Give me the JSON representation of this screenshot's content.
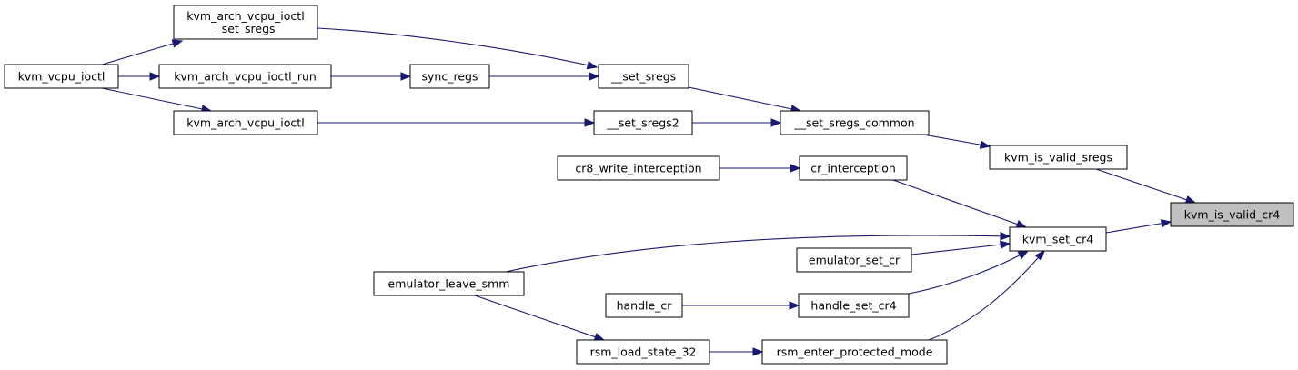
{
  "graph": {
    "edge_color": "#191970",
    "nodes": [
      {
        "id": "kvm_vcpu_ioctl",
        "lines": [
          "kvm_vcpu_ioctl"
        ]
      },
      {
        "id": "kvm_arch_vcpu_ioctl_set_sregs",
        "lines": [
          "kvm_arch_vcpu_ioctl",
          "_set_sregs"
        ]
      },
      {
        "id": "kvm_arch_vcpu_ioctl_run",
        "lines": [
          "kvm_arch_vcpu_ioctl_run"
        ]
      },
      {
        "id": "kvm_arch_vcpu_ioctl",
        "lines": [
          "kvm_arch_vcpu_ioctl"
        ]
      },
      {
        "id": "sync_regs",
        "lines": [
          "sync_regs"
        ]
      },
      {
        "id": "__set_sregs",
        "lines": [
          "__set_sregs"
        ]
      },
      {
        "id": "__set_sregs2",
        "lines": [
          "__set_sregs2"
        ]
      },
      {
        "id": "__set_sregs_common",
        "lines": [
          "__set_sregs_common"
        ]
      },
      {
        "id": "kvm_is_valid_sregs",
        "lines": [
          "kvm_is_valid_sregs"
        ]
      },
      {
        "id": "kvm_is_valid_cr4",
        "lines": [
          "kvm_is_valid_cr4"
        ],
        "highlight": true
      },
      {
        "id": "cr8_write_interception",
        "lines": [
          "cr8_write_interception"
        ]
      },
      {
        "id": "cr_interception",
        "lines": [
          "cr_interception"
        ]
      },
      {
        "id": "kvm_set_cr4",
        "lines": [
          "kvm_set_cr4"
        ]
      },
      {
        "id": "emulator_set_cr",
        "lines": [
          "emulator_set_cr"
        ]
      },
      {
        "id": "emulator_leave_smm",
        "lines": [
          "emulator_leave_smm"
        ]
      },
      {
        "id": "handle_cr",
        "lines": [
          "handle_cr"
        ]
      },
      {
        "id": "handle_set_cr4",
        "lines": [
          "handle_set_cr4"
        ]
      },
      {
        "id": "rsm_load_state_32",
        "lines": [
          "rsm_load_state_32"
        ]
      },
      {
        "id": "rsm_enter_protected_mode",
        "lines": [
          "rsm_enter_protected_mode"
        ]
      }
    ],
    "edges": [
      {
        "from": "kvm_arch_vcpu_ioctl_set_sregs",
        "to": "kvm_vcpu_ioctl"
      },
      {
        "from": "kvm_arch_vcpu_ioctl_run",
        "to": "kvm_vcpu_ioctl"
      },
      {
        "from": "kvm_arch_vcpu_ioctl",
        "to": "kvm_vcpu_ioctl"
      },
      {
        "from": "sync_regs",
        "to": "kvm_arch_vcpu_ioctl_run"
      },
      {
        "from": "__set_sregs",
        "to": "kvm_arch_vcpu_ioctl_set_sregs"
      },
      {
        "from": "__set_sregs",
        "to": "sync_regs"
      },
      {
        "from": "__set_sregs2",
        "to": "kvm_arch_vcpu_ioctl"
      },
      {
        "from": "__set_sregs_common",
        "to": "__set_sregs"
      },
      {
        "from": "__set_sregs_common",
        "to": "__set_sregs2"
      },
      {
        "from": "kvm_is_valid_sregs",
        "to": "__set_sregs_common"
      },
      {
        "from": "kvm_is_valid_cr4",
        "to": "kvm_is_valid_sregs"
      },
      {
        "from": "kvm_is_valid_cr4",
        "to": "kvm_set_cr4"
      },
      {
        "from": "cr_interception",
        "to": "cr8_write_interception"
      },
      {
        "from": "kvm_set_cr4",
        "to": "cr_interception"
      },
      {
        "from": "kvm_set_cr4",
        "to": "emulator_leave_smm"
      },
      {
        "from": "kvm_set_cr4",
        "to": "emulator_set_cr"
      },
      {
        "from": "kvm_set_cr4",
        "to": "handle_set_cr4"
      },
      {
        "from": "kvm_set_cr4",
        "to": "rsm_enter_protected_mode"
      },
      {
        "from": "handle_set_cr4",
        "to": "handle_cr"
      },
      {
        "from": "rsm_enter_protected_mode",
        "to": "rsm_load_state_32"
      },
      {
        "from": "rsm_load_state_32",
        "to": "emulator_leave_smm"
      }
    ]
  }
}
